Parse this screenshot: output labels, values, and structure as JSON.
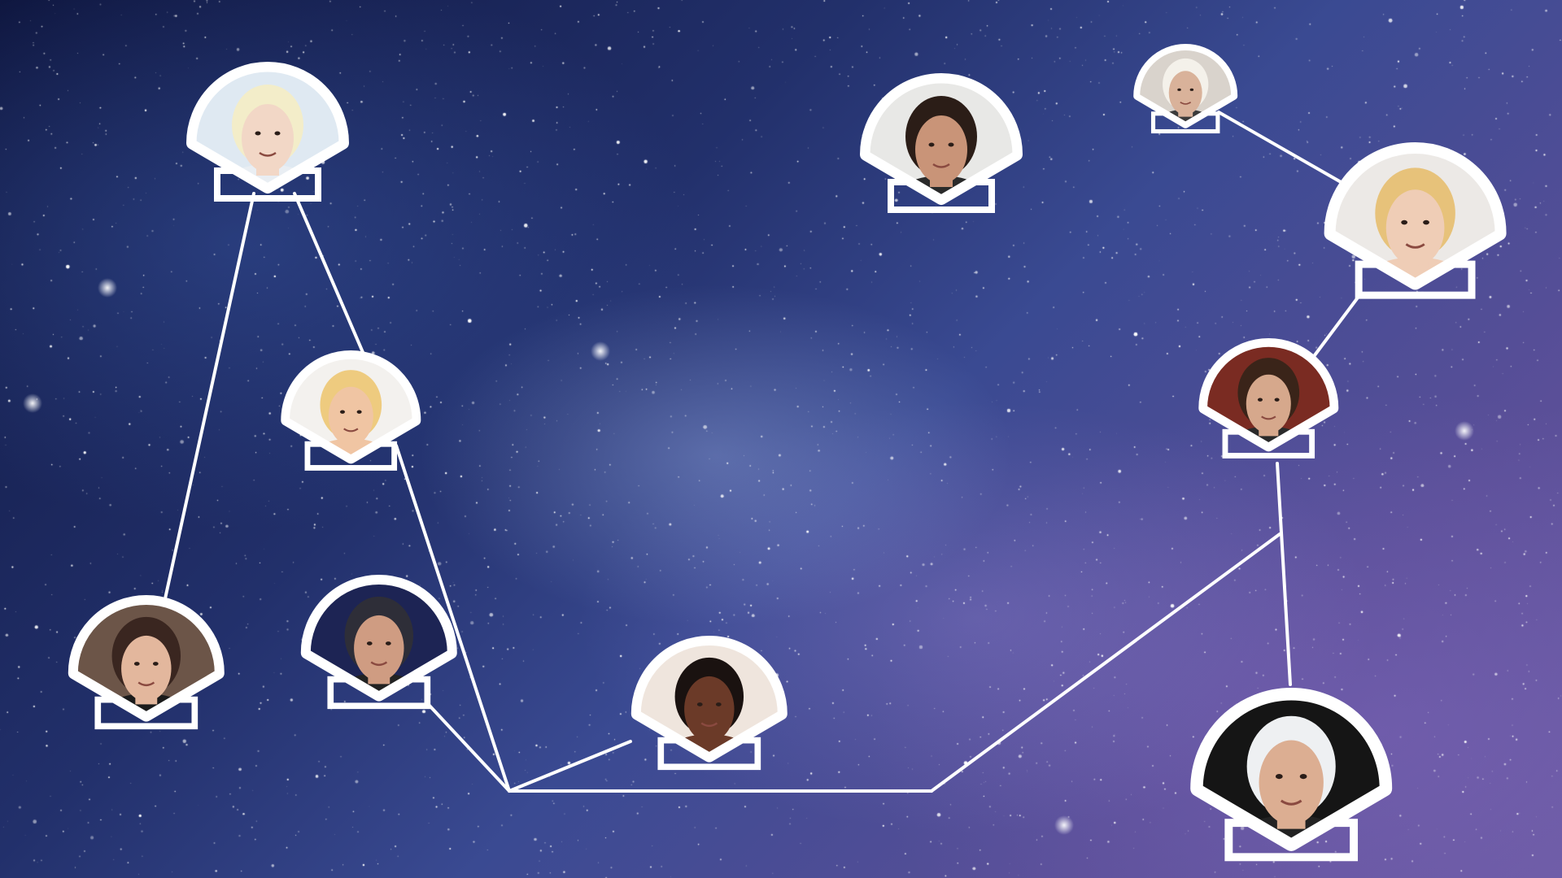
{
  "diagram": {
    "line_color": "#ffffff",
    "icon": "person-portrait-shell-icon",
    "nodes": [
      {
        "id": "n1",
        "face": {
          "skin": "#f2d7c6",
          "hair": "#f3edc9",
          "bg": "#dfe9f2",
          "shirt": "#e9eef3"
        }
      },
      {
        "id": "n2",
        "face": {
          "skin": "#f0c5a3",
          "hair": "#eecb7f",
          "bg": "#f3f1ee",
          "shirt": "#f0c5a3"
        }
      },
      {
        "id": "n3",
        "face": {
          "skin": "#e3b79d",
          "hair": "#3a2620",
          "bg": "#6c5548",
          "shirt": "#1b1b1b"
        }
      },
      {
        "id": "n4",
        "face": {
          "skin": "#cf9c82",
          "hair": "#2e2e38",
          "bg": "#1d2454",
          "shirt": "#222222"
        }
      },
      {
        "id": "n5",
        "face": {
          "skin": "#6b3a28",
          "hair": "#1a1210",
          "bg": "#efe5dd",
          "shirt": "#6b3a28"
        }
      },
      {
        "id": "n6",
        "face": {
          "skin": "#c99478",
          "hair": "#2b1d17",
          "bg": "#e8e8e6",
          "shirt": "#2a2a2a"
        }
      },
      {
        "id": "n7",
        "face": {
          "skin": "#d9b29a",
          "hair": "#f4f1ea",
          "bg": "#d9d3cc",
          "shirt": "#3b3b3b"
        }
      },
      {
        "id": "n8",
        "face": {
          "skin": "#efcdb6",
          "hair": "#e7c27a",
          "bg": "#ece9e6",
          "shirt": "#efcdb6"
        }
      },
      {
        "id": "n9",
        "face": {
          "skin": "#d6a88c",
          "hair": "#3a2419",
          "bg": "#7a2b22",
          "shirt": "#2a2a2a"
        }
      },
      {
        "id": "n10",
        "face": {
          "skin": "#dcae92",
          "hair": "#eef0f2",
          "bg": "#151515",
          "shirt": "#222222"
        }
      }
    ],
    "edges": [
      {
        "from": "n1",
        "to": "n3"
      },
      {
        "from": "n1",
        "to": "n2"
      },
      {
        "from": "n2",
        "to": "hub"
      },
      {
        "from": "n4",
        "to": "hub"
      },
      {
        "from": "hub",
        "to": "n5"
      },
      {
        "from": "hub",
        "to": "j1"
      },
      {
        "from": "j1",
        "to": "j2"
      },
      {
        "from": "n9",
        "to": "n10"
      },
      {
        "from": "n9",
        "to": "n8"
      },
      {
        "from": "n7",
        "to": "n8"
      }
    ]
  }
}
